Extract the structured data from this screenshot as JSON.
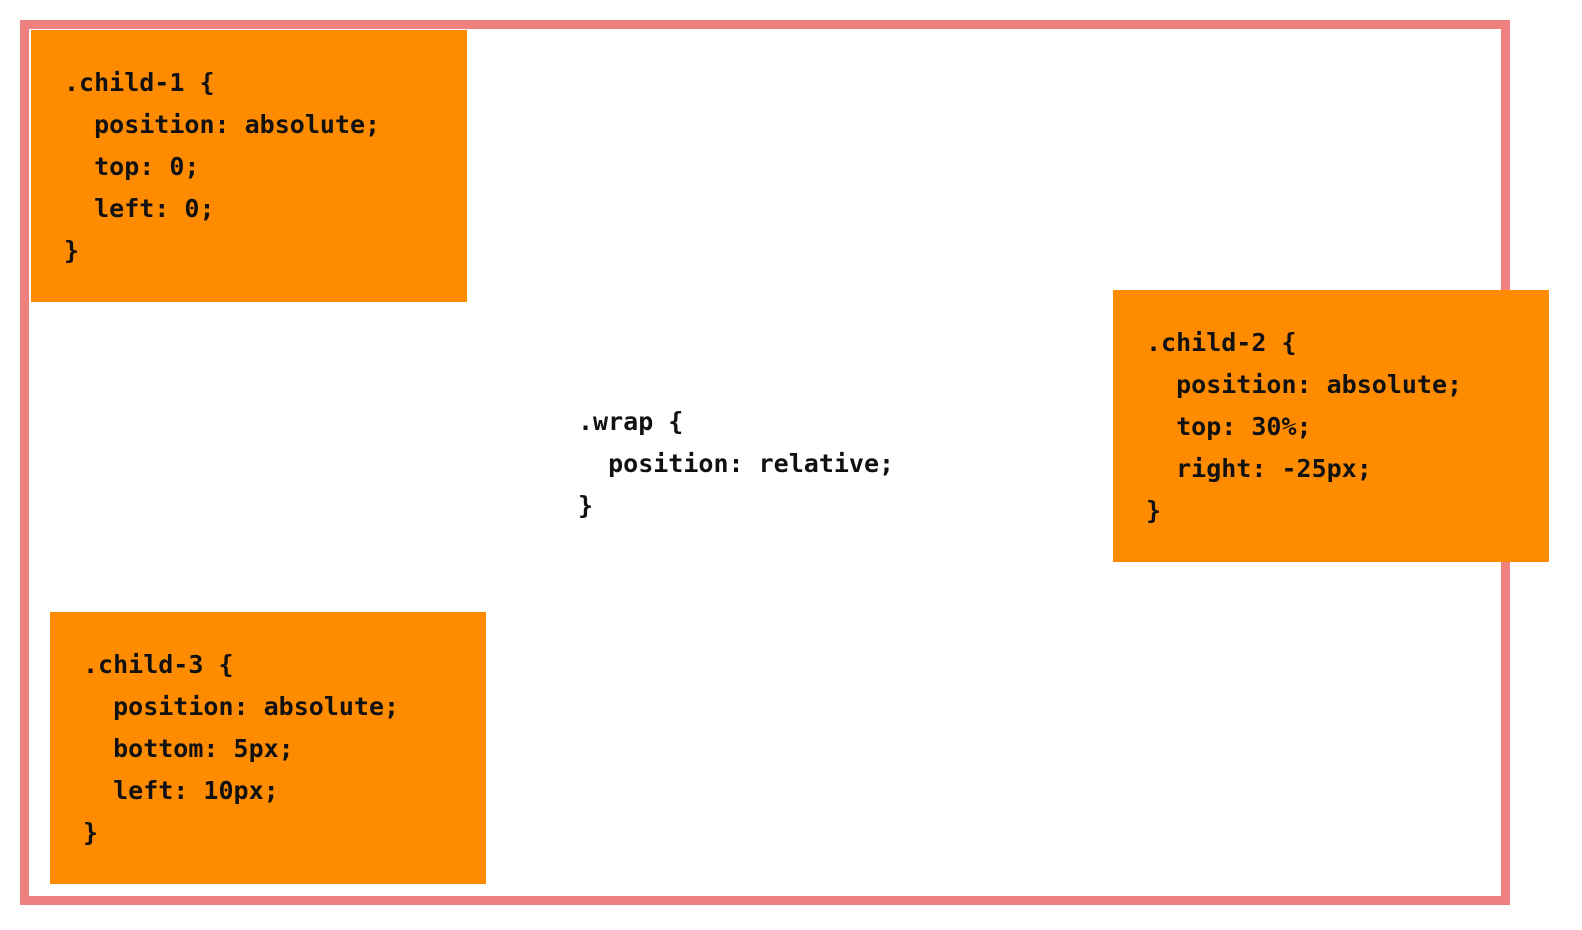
{
  "wrap": {
    "code": ".wrap {\n  position: relative;\n}"
  },
  "children": [
    {
      "code": ".child-1 {\n  position: absolute;\n  top: 0;\n  left: 0;\n}"
    },
    {
      "code": ".child-2 {\n  position: absolute;\n  top: 30%;\n  right: -25px;\n}"
    },
    {
      "code": ".child-3 {\n  position: absolute;\n  bottom: 5px;\n  left: 10px;\n}"
    }
  ],
  "colors": {
    "wrap_border": "#ee8080",
    "child_fill": "#ff8c00",
    "text": "#111111"
  }
}
